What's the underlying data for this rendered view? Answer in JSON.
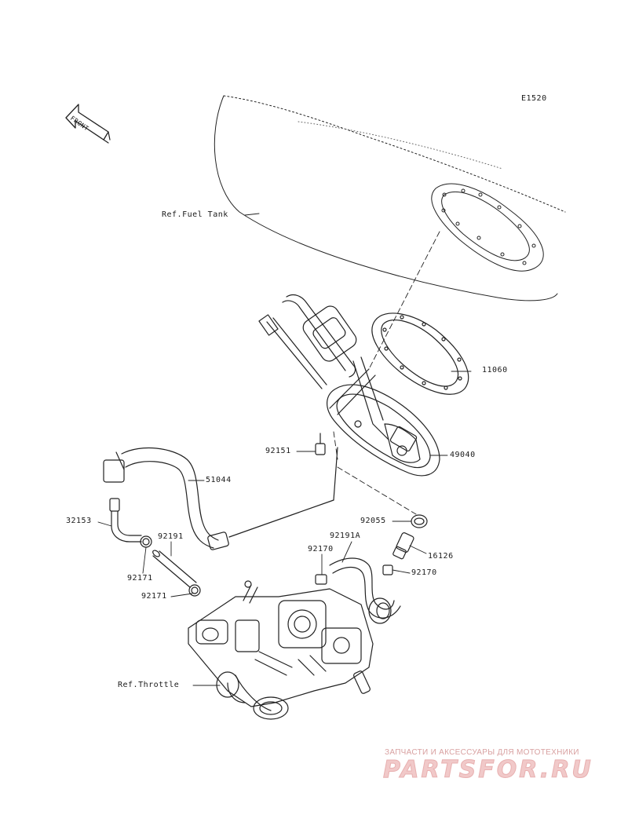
{
  "diagram": {
    "code": "E1520",
    "front_arrow_text": "FRONT",
    "refs": {
      "fuel_tank": "Ref.Fuel Tank",
      "throttle": "Ref.Throttle"
    },
    "parts": [
      {
        "id": "p11060",
        "number": "11060"
      },
      {
        "id": "p49040",
        "number": "49040"
      },
      {
        "id": "p92151",
        "number": "92151"
      },
      {
        "id": "p51044",
        "number": "51044"
      },
      {
        "id": "p32153",
        "number": "32153"
      },
      {
        "id": "p92191",
        "number": "92191"
      },
      {
        "id": "p92171a",
        "number": "92171"
      },
      {
        "id": "p92171b",
        "number": "92171"
      },
      {
        "id": "p92055",
        "number": "92055"
      },
      {
        "id": "p92191A",
        "number": "92191A"
      },
      {
        "id": "p92170a",
        "number": "92170"
      },
      {
        "id": "p16126",
        "number": "16126"
      },
      {
        "id": "p92170b",
        "number": "92170"
      }
    ]
  },
  "watermark": {
    "line": "ЗАПЧАСТИ И АКСЕССУАРЫ ДЛЯ МОТОТЕХНИКИ",
    "logo": "PARTSFOR.RU"
  }
}
